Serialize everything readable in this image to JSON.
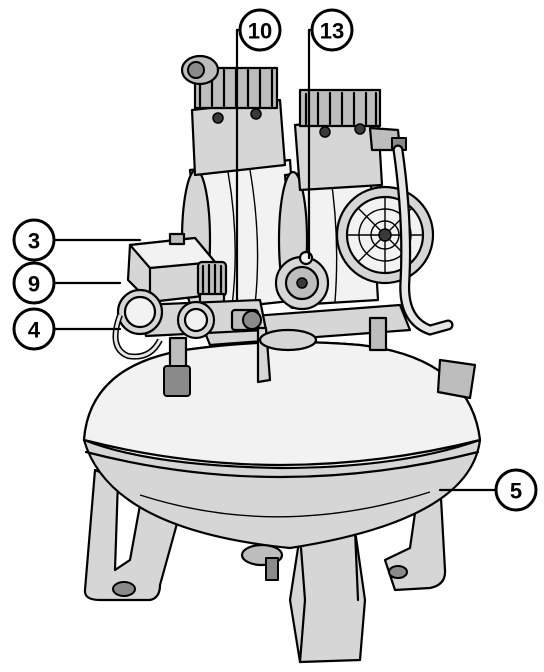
{
  "callouts": [
    {
      "id": "c10",
      "label": "10"
    },
    {
      "id": "c13",
      "label": "13"
    },
    {
      "id": "c3",
      "label": "3"
    },
    {
      "id": "c9",
      "label": "9"
    },
    {
      "id": "c4",
      "label": "4"
    },
    {
      "id": "c5",
      "label": "5"
    }
  ]
}
